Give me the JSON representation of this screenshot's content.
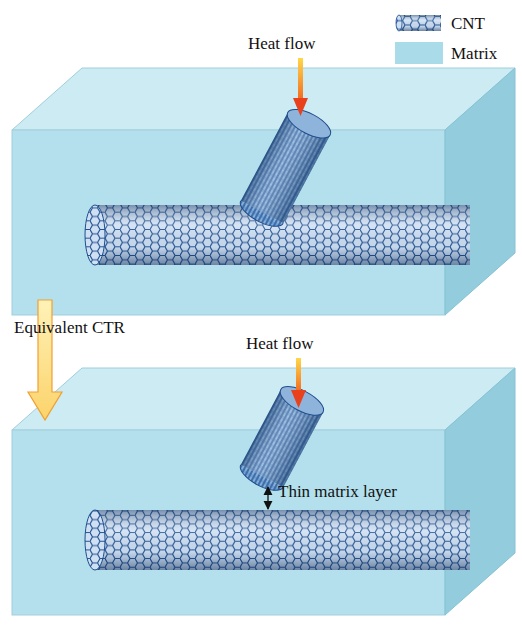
{
  "diagram": {
    "labels": [
      "Heat flow",
      "Equivalent CTR",
      "Heat flow",
      "Thin matrix layer"
    ],
    "legend": [
      {
        "text": "CNT"
      },
      {
        "text": "Matrix",
        "color": "#a9dce8"
      }
    ]
  }
}
